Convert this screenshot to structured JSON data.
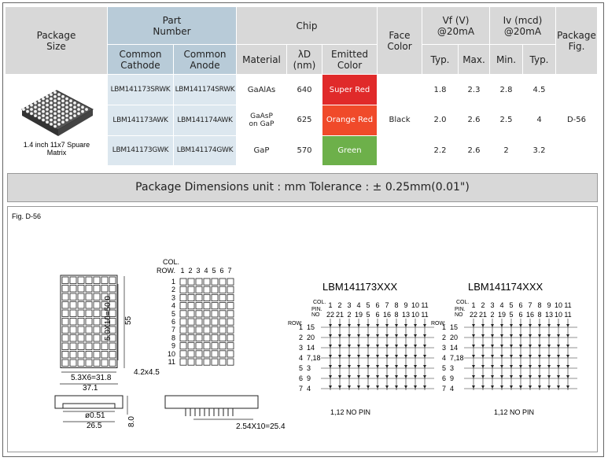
{
  "headers": {
    "package_size": "Package\nSize",
    "part_number": "Part\nNumber",
    "chip": "Chip",
    "face_color": "Face\nColor",
    "vf": "Vf (V)\n@20mA",
    "iv": "Iv (mcd)\n@20mA",
    "package_fig": "Package\nFig.",
    "common_cathode": "Common\nCathode",
    "common_anode": "Common\nAnode",
    "material": "Material",
    "lambda": "λD\n(nm)",
    "emitted_color": "Emitted\nColor",
    "typ": "Typ.",
    "max": "Max.",
    "min": "Min.",
    "typ2": "Typ."
  },
  "package_label": "1.4 inch 11x7 Spuare\nMatrix",
  "face_color": "Black",
  "package_fig": "D-56",
  "rows": [
    {
      "cathode": "LBM141173SRWK",
      "anode": "LBM141174SRWK",
      "material": "GaAlAs",
      "wavelength": "640",
      "emitted": "Super Red",
      "emitted_bg": "#e02a2a",
      "vf_typ": "1.8",
      "vf_max": "2.3",
      "iv_min": "2.8",
      "iv_typ": "4.5"
    },
    {
      "cathode": "LBM141173AWK",
      "anode": "LBM141174AWK",
      "material": "GaAsP\non GaP",
      "wavelength": "625",
      "emitted": "Orange Red",
      "emitted_bg": "#f04a2a",
      "vf_typ": "2.0",
      "vf_max": "2.6",
      "iv_min": "2.5",
      "iv_typ": "4"
    },
    {
      "cathode": "LBM141173GWK",
      "anode": "LBM141174GWK",
      "material": "GaP",
      "wavelength": "570",
      "emitted": "Green",
      "emitted_bg": "#6db04a",
      "vf_typ": "2.2",
      "vf_max": "2.6",
      "iv_min": "2",
      "iv_typ": "3.2"
    }
  ],
  "dims_title": "Package Dimensions   unit : mm  Tolerance : ± 0.25mm(0.01\")",
  "fig_label": "Fig. D-56",
  "drawing": {
    "col_label": "COL.",
    "row_label": "ROW.",
    "col_nums": [
      "1",
      "2",
      "3",
      "4",
      "5",
      "6",
      "7"
    ],
    "row_nums": [
      "1",
      "2",
      "3",
      "4",
      "5",
      "6",
      "7",
      "8",
      "9",
      "10",
      "11"
    ],
    "dim_55": "55",
    "dim_50": "5.0X10=50.0",
    "dim_318": "5.3X6=31.8",
    "dim_371": "37.1",
    "dim_42": "4.2x4.5",
    "dim_051": "ø0.51",
    "dim_265": "26.5",
    "dim_80": "8.0",
    "dim_254": "2.54X10=25.4",
    "model_a": "LBM141173XXX",
    "model_b": "LBM141174XXX",
    "pin_label": "PIN.\nNO",
    "col_pin_nums": [
      "1",
      "2",
      "3",
      "4",
      "5",
      "6",
      "7",
      "8",
      "9",
      "10",
      "11"
    ],
    "col_pins": [
      "22",
      "21",
      "2",
      "19",
      "5",
      "6",
      "16",
      "8",
      "13",
      "10",
      "11"
    ],
    "row_pin_rows": [
      "1",
      "2",
      "3",
      "4",
      "5",
      "6",
      "7"
    ],
    "row_pin_nos": [
      "15",
      "20",
      "14",
      "7,18",
      "3",
      "9",
      "4"
    ],
    "no_pin": "1,12  NO  PIN"
  }
}
